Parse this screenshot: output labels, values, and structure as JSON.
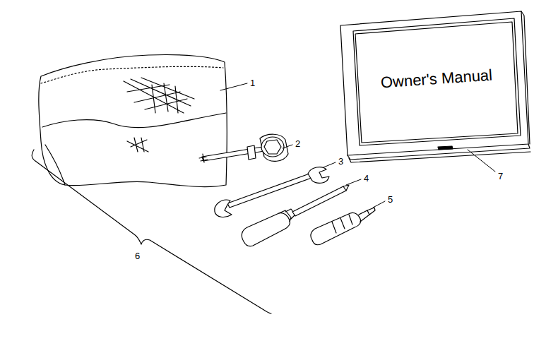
{
  "diagram": {
    "nodes": [
      {
        "text": [
          "Owner's Manual"
        ]
      }
    ],
    "labels": [
      "1",
      "2",
      "3",
      "4",
      "5",
      "6",
      "7"
    ]
  }
}
